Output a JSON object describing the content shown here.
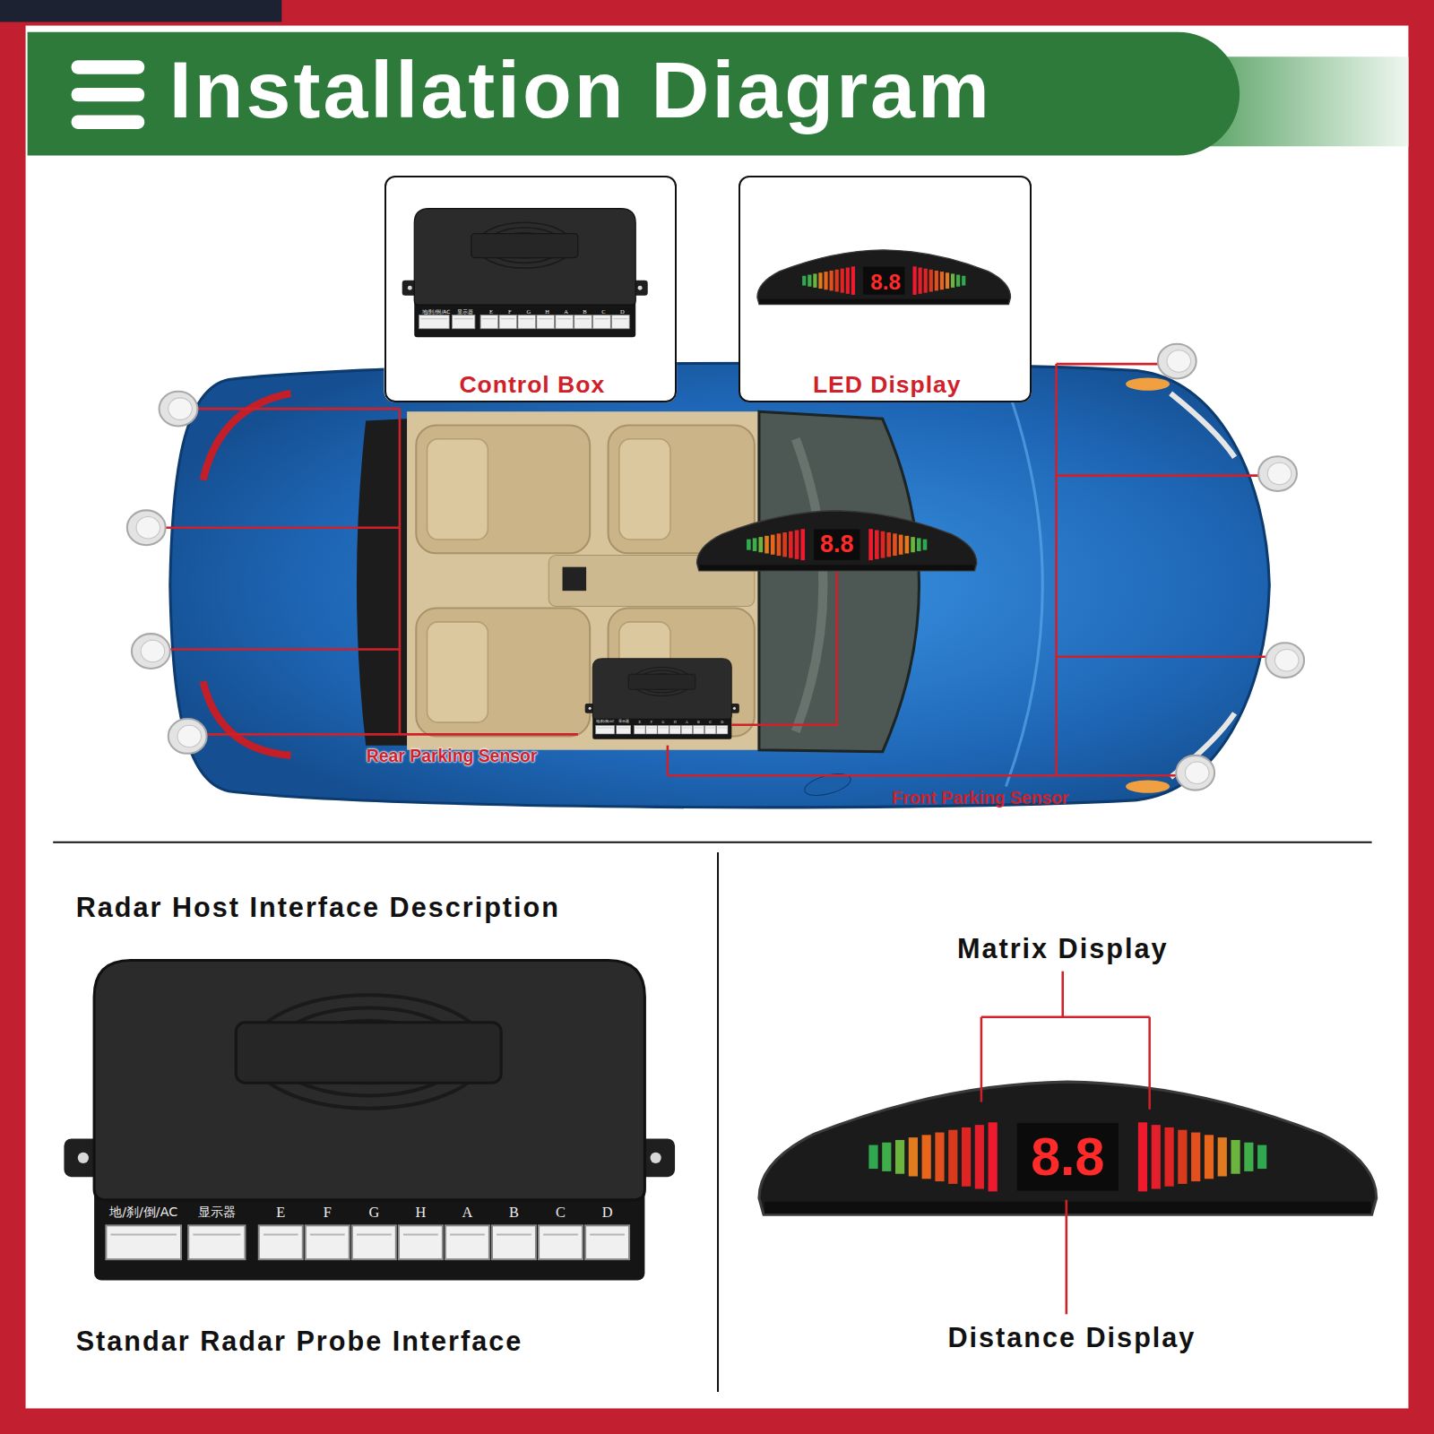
{
  "diagram": {
    "title": "Installation Diagram",
    "nodes": [
      {
        "text": [
          "地/刹/倒/AC",
          "显示器",
          "E",
          "F",
          "G",
          "H",
          "A",
          "B",
          "C",
          "D",
          "Control Box"
        ]
      },
      {
        "text": [
          "8.8",
          "LED Display"
        ]
      },
      {
        "text": [
          "8.8"
        ]
      },
      {
        "text": [
          "地/刹/倒/AC",
          "显示器",
          "E",
          "F",
          "G",
          "H",
          "A",
          "B",
          "C",
          "D"
        ]
      },
      {
        "text": [
          "地/刹/倒/AC",
          "显示器",
          "E",
          "F",
          "G",
          "H",
          "A",
          "B",
          "C",
          "D"
        ]
      },
      {
        "text": [
          "8.8"
        ]
      }
    ],
    "edges": [
      {
        "from": 3,
        "to": 2,
        "arrow": "none"
      }
    ],
    "labels": [
      "Rear Parking Sensor",
      "Front Parking Sensor",
      "Radar Host Interface Description",
      "Standar Radar Probe Interface",
      "Matrix Display",
      "Distance Display"
    ]
  }
}
